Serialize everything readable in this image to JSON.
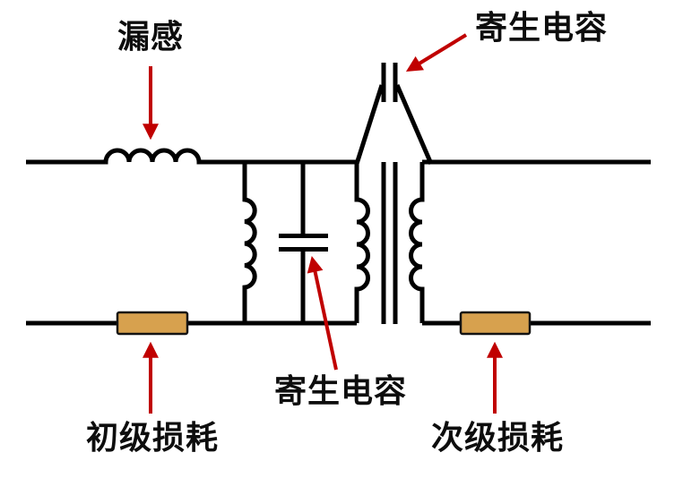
{
  "diagram": {
    "title": "transformer-equivalent-circuit",
    "labels": {
      "leakage_inductance": "漏感",
      "parasitic_capacitance_top": "寄生电容",
      "parasitic_capacitance_mid": "寄生电容",
      "primary_loss": "初级损耗",
      "secondary_loss": "次级损耗"
    },
    "components": [
      "leakage-inductor",
      "magnetizing-inductor",
      "parasitic-capacitor-shunt",
      "parasitic-capacitor-interwinding",
      "transformer-primary-winding",
      "transformer-secondary-winding",
      "transformer-core",
      "primary-loss-resistor",
      "secondary-loss-resistor"
    ]
  },
  "colors": {
    "background": "#FFFFFF",
    "line": "#000000",
    "arrow": "#C00000",
    "resistor_fill": "#D7A14E",
    "resistor_border": "#141414"
  }
}
